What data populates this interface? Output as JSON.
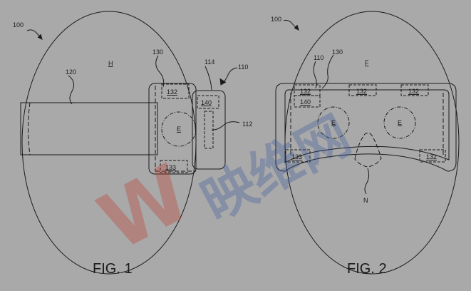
{
  "watermark": {
    "text": "映维网",
    "logo": "W"
  },
  "fig1": {
    "caption": "FIG. 1",
    "ref_100": "100",
    "ref_120": "120",
    "ref_130": "130",
    "ref_114": "114",
    "ref_110": "110",
    "ref_112": "112",
    "head": "H",
    "eye": "E",
    "box_132": "132",
    "box_140": "140",
    "box_133": "133"
  },
  "fig2": {
    "caption": "FIG. 2",
    "ref_100": "100",
    "ref_110": "110",
    "ref_130": "130",
    "face": "F",
    "nose": "N",
    "box_132_a": "132",
    "box_132_b": "132",
    "box_132_c": "132",
    "box_132_d": "132",
    "box_140": "140",
    "box_133": "133",
    "eye_left": "E",
    "eye_right": "E"
  },
  "colors": {
    "background": "#a9a9a9",
    "line": "#1a1a1a",
    "watermark_red": "#c0392b",
    "watermark_blue": "#3a5a9a"
  }
}
